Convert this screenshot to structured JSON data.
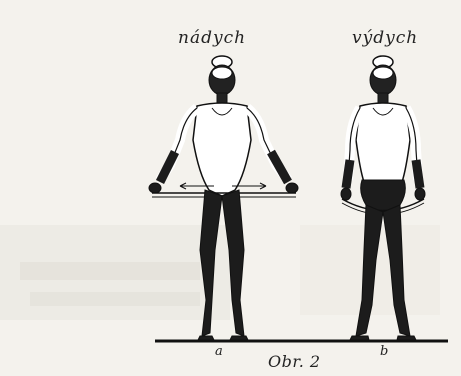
{
  "figure": {
    "label_inhale": "nádych",
    "label_exhale": "výdych",
    "label_a": "a",
    "label_b": "b",
    "caption": "Obr. 2"
  }
}
